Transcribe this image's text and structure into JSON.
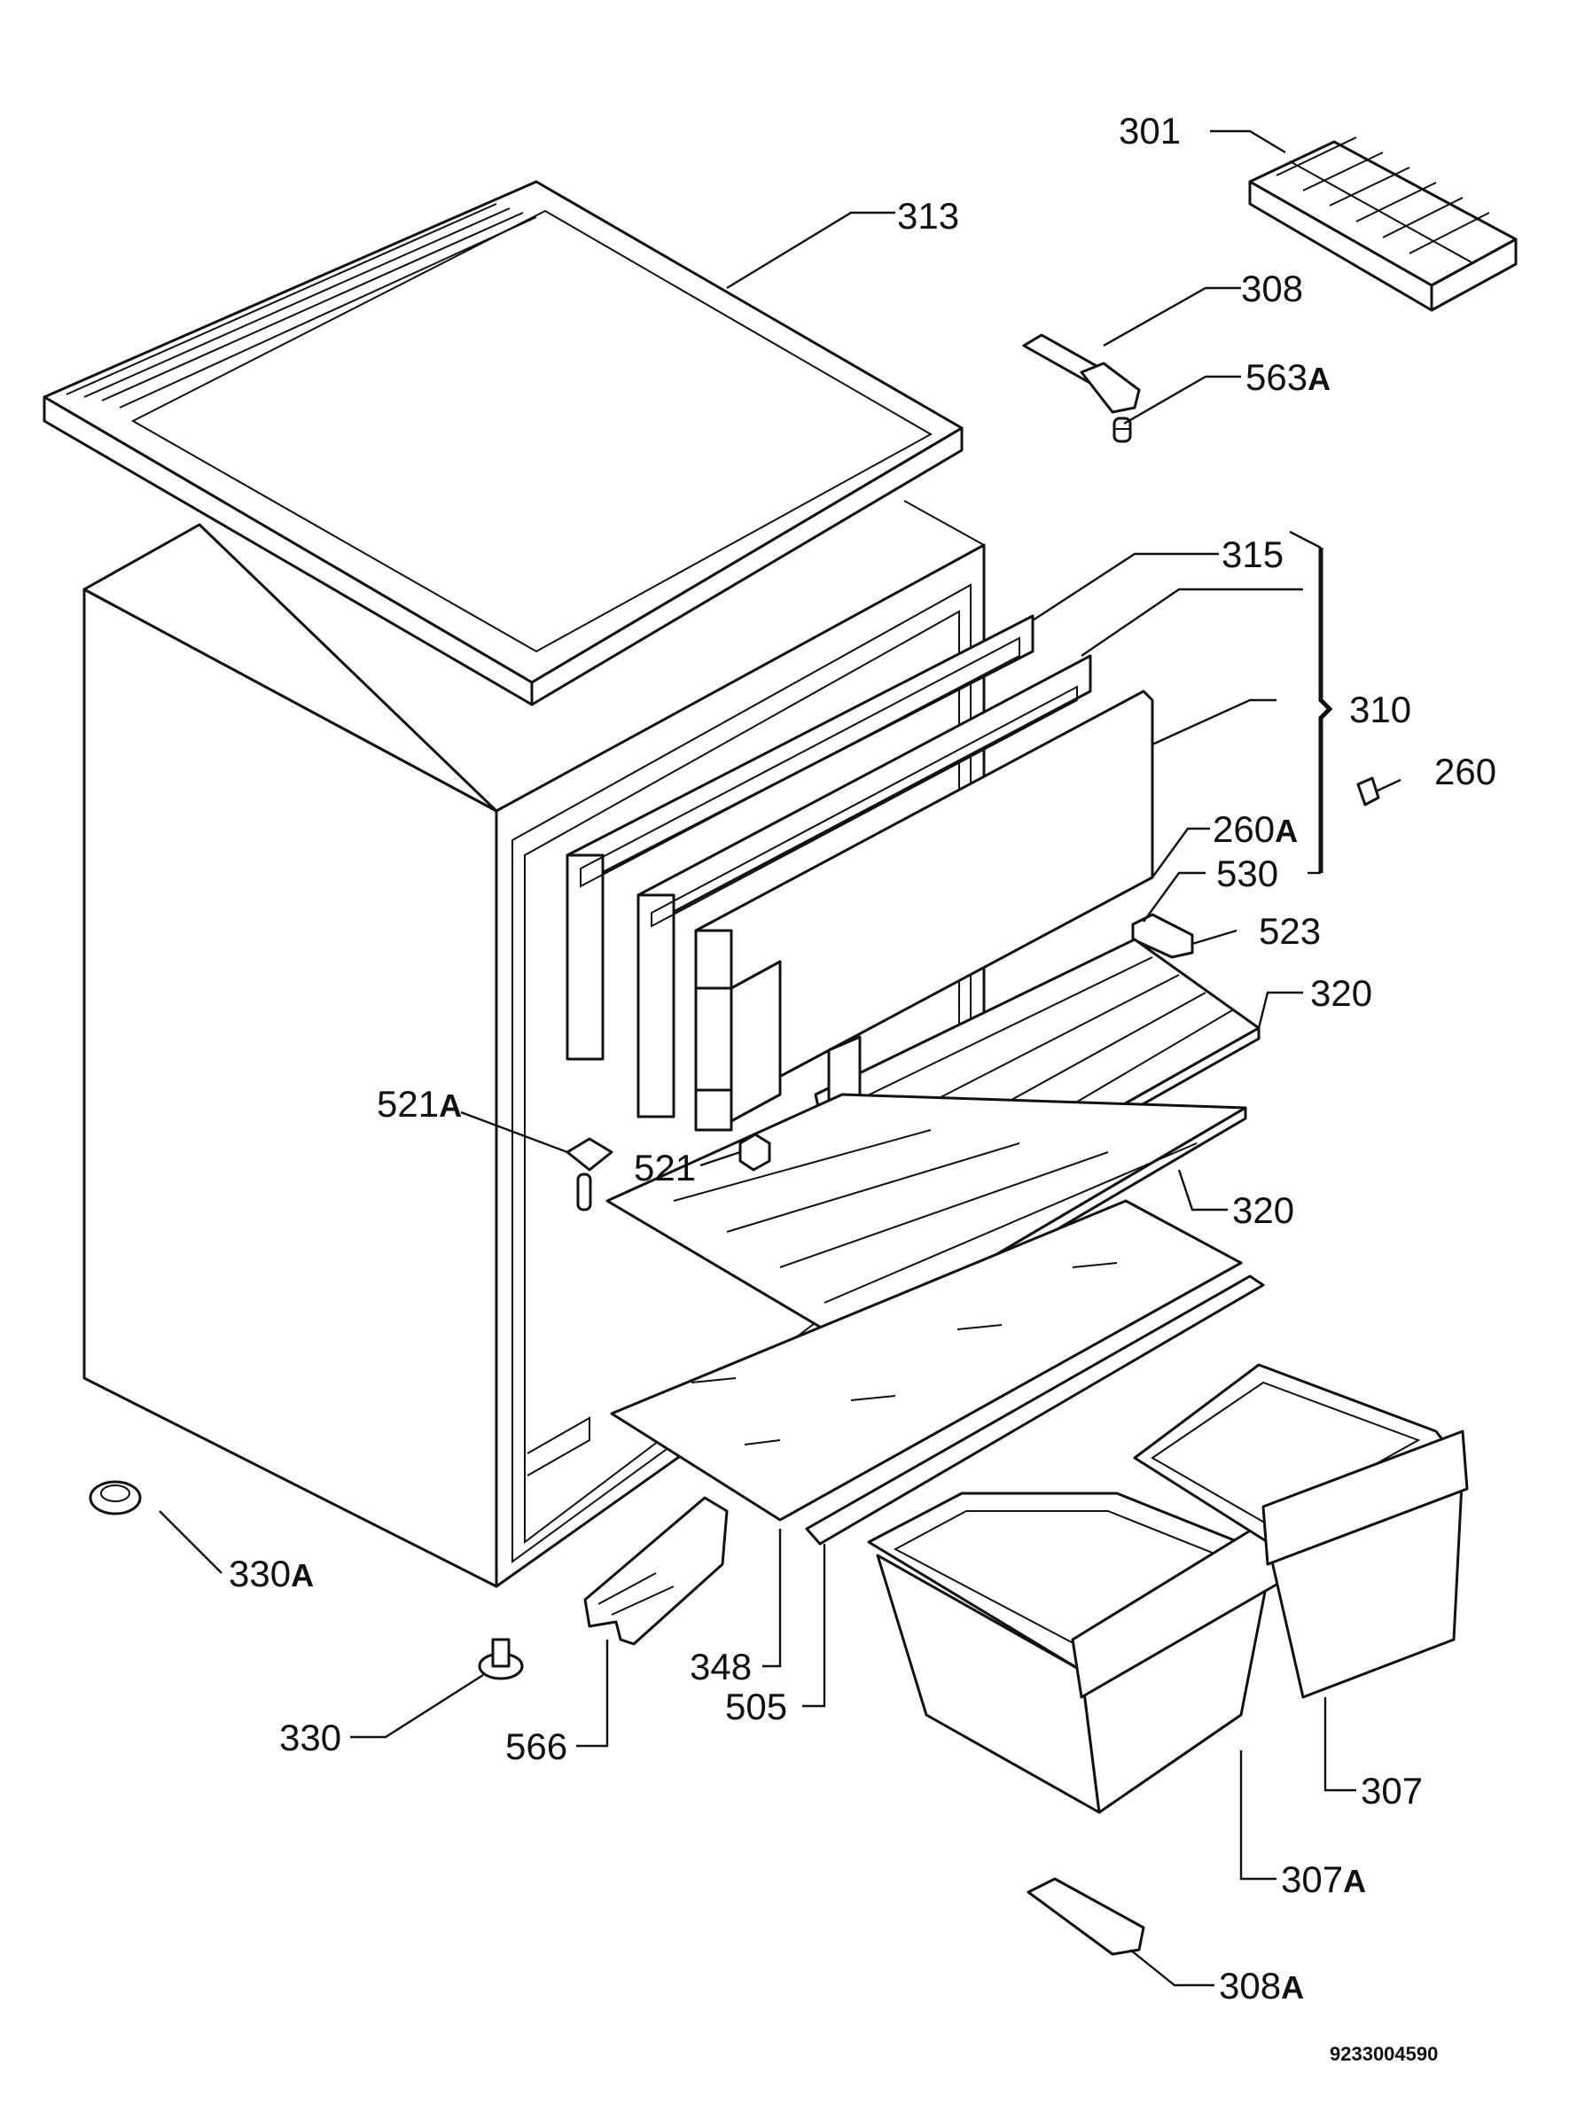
{
  "diagram": {
    "document_number": "9233004590",
    "callouts": [
      {
        "id": "301",
        "number": "301",
        "suffix": ""
      },
      {
        "id": "313",
        "number": "313",
        "suffix": ""
      },
      {
        "id": "308",
        "number": "308",
        "suffix": ""
      },
      {
        "id": "563A",
        "number": "563",
        "suffix": "A"
      },
      {
        "id": "315",
        "number": "315",
        "suffix": ""
      },
      {
        "id": "310",
        "number": "310",
        "suffix": ""
      },
      {
        "id": "260",
        "number": "260",
        "suffix": ""
      },
      {
        "id": "260A",
        "number": "260",
        "suffix": "A"
      },
      {
        "id": "530",
        "number": "530",
        "suffix": ""
      },
      {
        "id": "523",
        "number": "523",
        "suffix": ""
      },
      {
        "id": "320a",
        "number": "320",
        "suffix": ""
      },
      {
        "id": "521A",
        "number": "521",
        "suffix": "A"
      },
      {
        "id": "521",
        "number": "521",
        "suffix": ""
      },
      {
        "id": "320b",
        "number": "320",
        "suffix": ""
      },
      {
        "id": "330A",
        "number": "330",
        "suffix": "A"
      },
      {
        "id": "348",
        "number": "348",
        "suffix": ""
      },
      {
        "id": "505",
        "number": "505",
        "suffix": ""
      },
      {
        "id": "330",
        "number": "330",
        "suffix": ""
      },
      {
        "id": "566",
        "number": "566",
        "suffix": ""
      },
      {
        "id": "307",
        "number": "307",
        "suffix": ""
      },
      {
        "id": "307A",
        "number": "307",
        "suffix": "A"
      },
      {
        "id": "308A",
        "number": "308",
        "suffix": "A"
      }
    ]
  }
}
